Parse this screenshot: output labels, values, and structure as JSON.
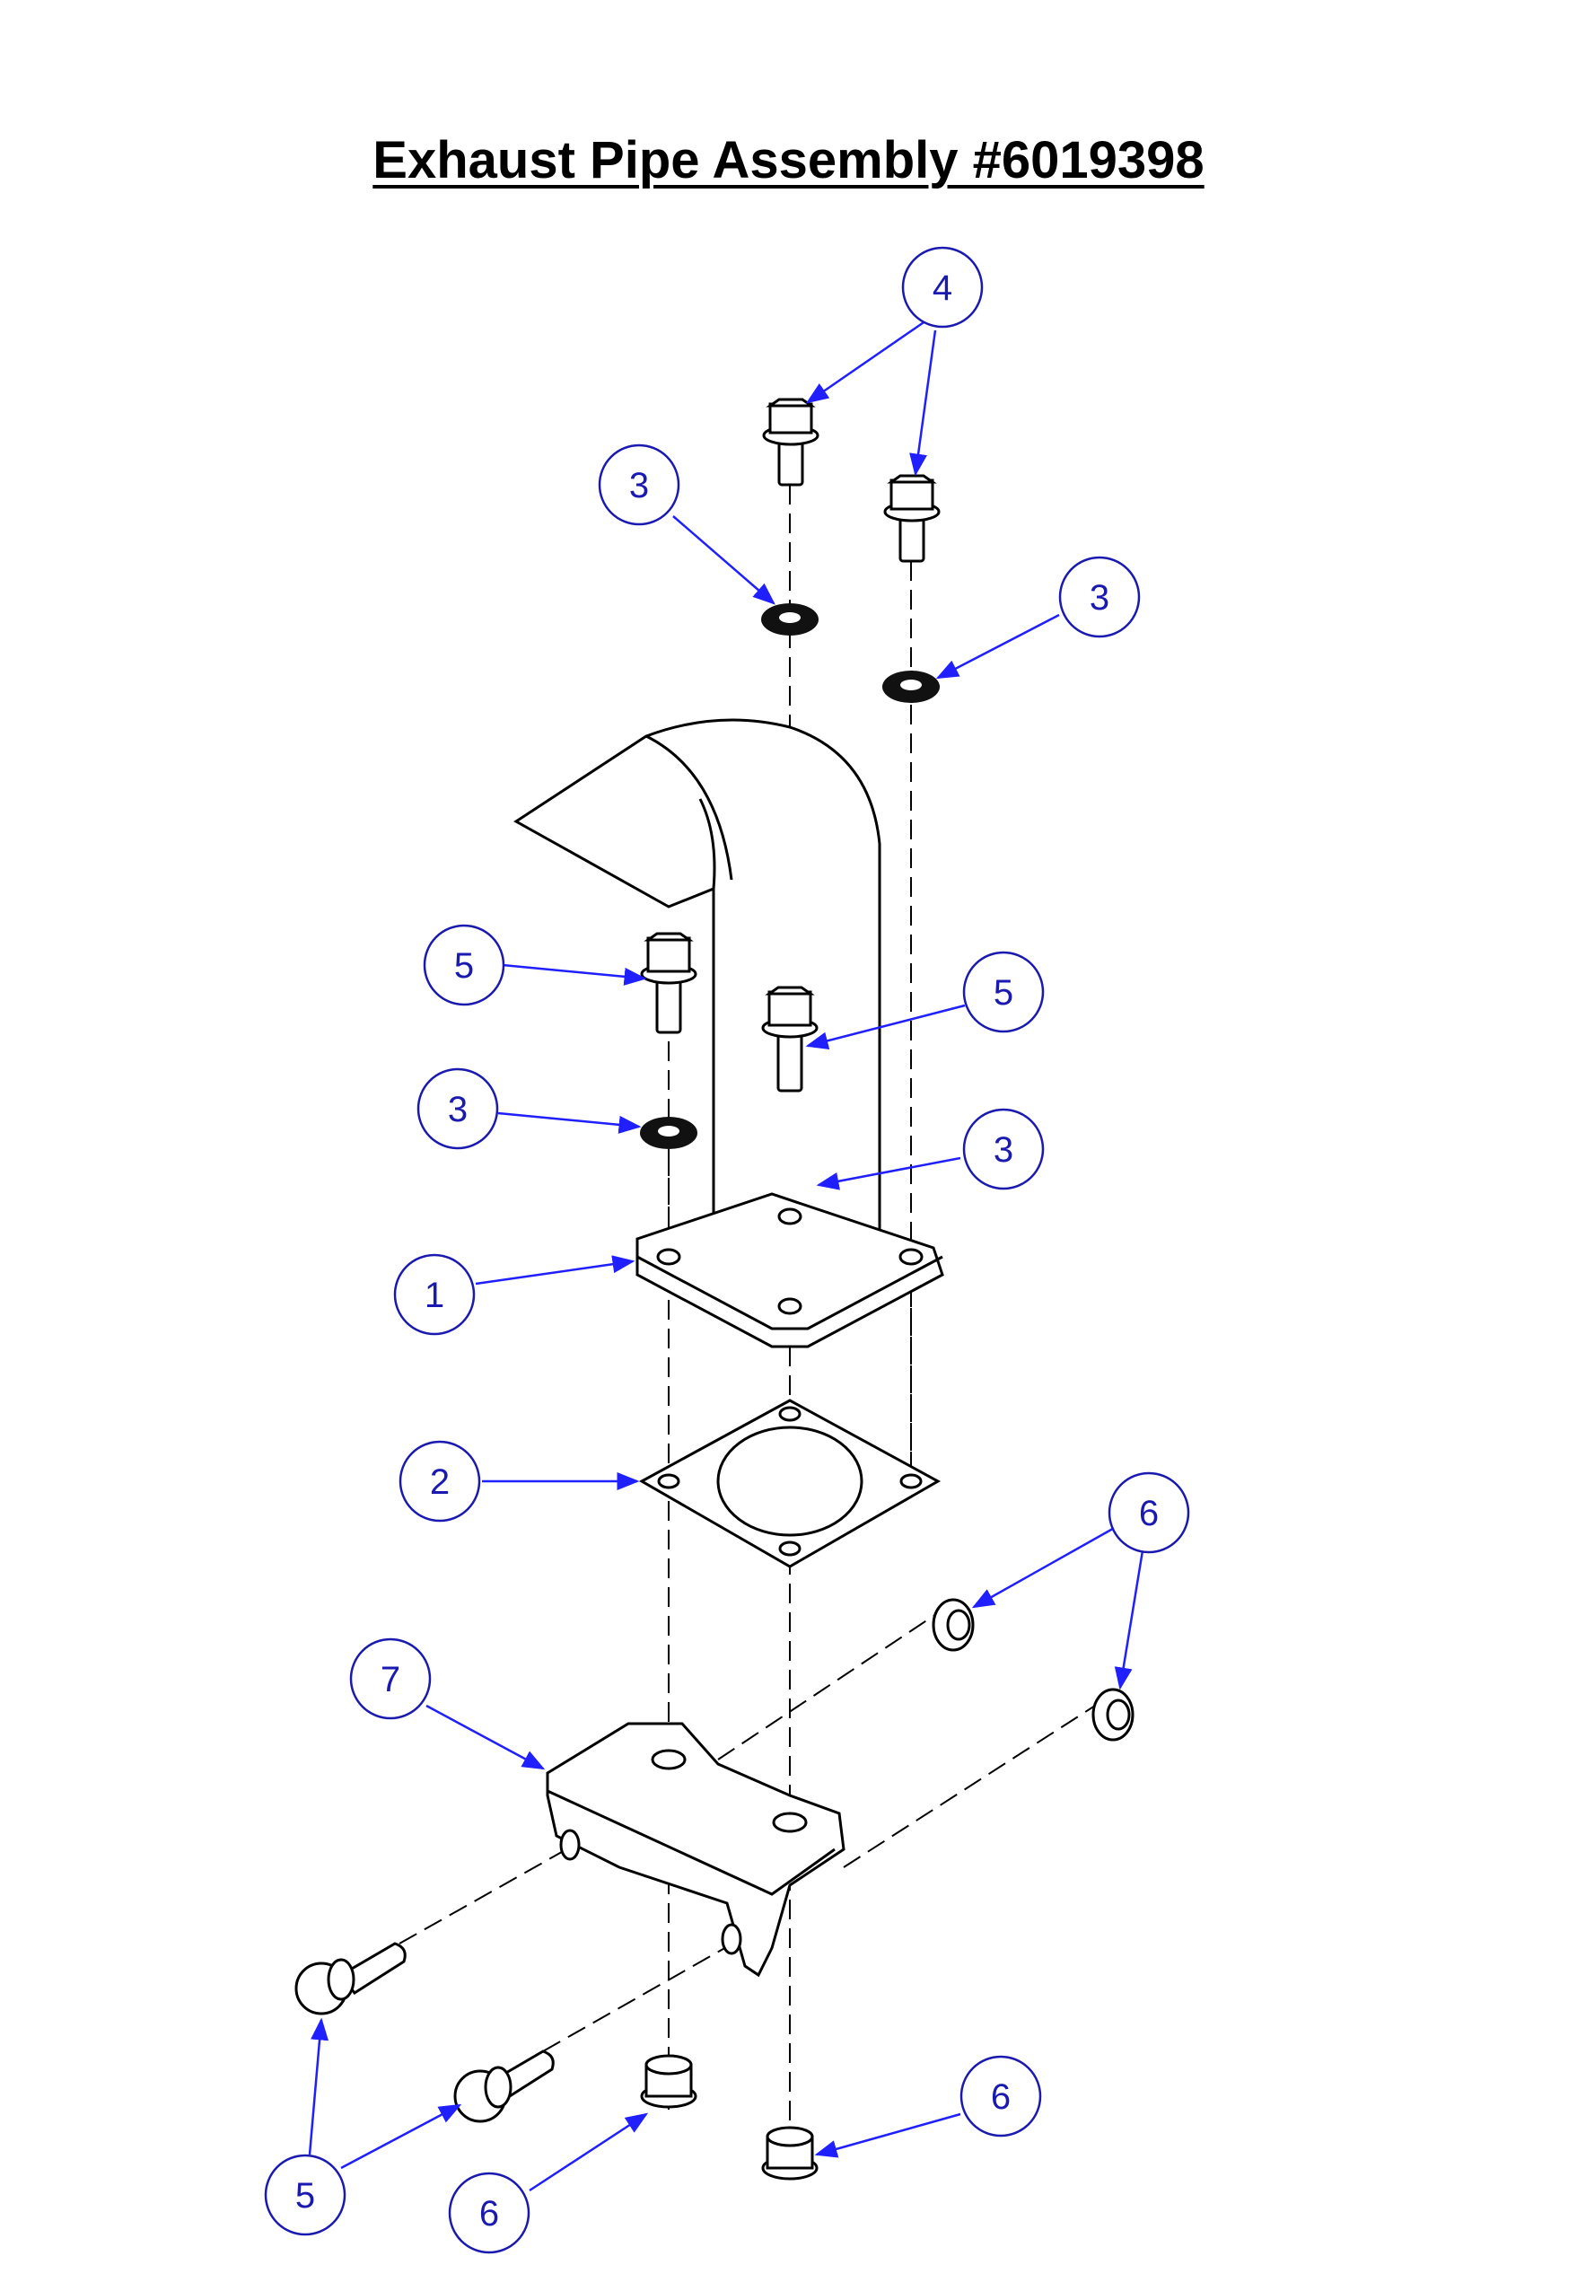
{
  "title": "Exhaust Pipe Assembly #6019398",
  "colors": {
    "callout": "#1a1ab0",
    "arrow": "#1f1fff",
    "line": "#000000"
  },
  "callouts": [
    {
      "id": "c4",
      "label": "4"
    },
    {
      "id": "c3a",
      "label": "3"
    },
    {
      "id": "c3b",
      "label": "3"
    },
    {
      "id": "c5a",
      "label": "5"
    },
    {
      "id": "c5b",
      "label": "5"
    },
    {
      "id": "c3c",
      "label": "3"
    },
    {
      "id": "c3d",
      "label": "3"
    },
    {
      "id": "c1",
      "label": "1"
    },
    {
      "id": "c2",
      "label": "2"
    },
    {
      "id": "c6a",
      "label": "6"
    },
    {
      "id": "c7",
      "label": "7"
    },
    {
      "id": "c6b",
      "label": "6"
    },
    {
      "id": "c5c",
      "label": "5"
    },
    {
      "id": "c6c",
      "label": "6"
    }
  ]
}
